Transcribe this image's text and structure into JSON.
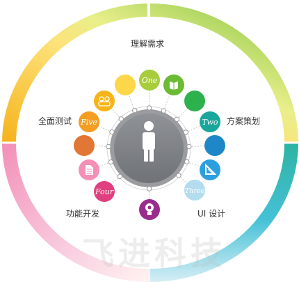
{
  "labels": {
    "top": "理解需求",
    "left": "全面测试",
    "right": "方案策划",
    "bottom_left": "功能开发",
    "bottom_right": "UI 设计"
  },
  "watermark": "飞进科技",
  "circles": [
    {
      "color": "#fdd64a",
      "text": "",
      "icon": "blank"
    },
    {
      "color": "#a7cd3c",
      "text": "One",
      "icon": "none"
    },
    {
      "color": "#6cbb35",
      "text": "",
      "icon": "book-icon"
    },
    {
      "color": "#2db14d",
      "text": "",
      "icon": "blank"
    },
    {
      "color": "#19a79b",
      "text": "Two",
      "icon": "none"
    },
    {
      "color": "#1e87c8",
      "text": "",
      "icon": "blank"
    },
    {
      "color": "#2b9fe0",
      "text": "",
      "icon": "ruler-icon"
    },
    {
      "color": "#b3dcef",
      "text": "Three",
      "icon": "none"
    },
    {
      "color": "#9a2d8c",
      "text": "",
      "icon": "lightbulb-icon"
    },
    {
      "color": "#e0407f",
      "text": "Four",
      "icon": "none"
    },
    {
      "color": "#f58fb5",
      "text": "",
      "icon": "document-icon"
    },
    {
      "color": "#e27634",
      "text": "",
      "icon": "blank"
    },
    {
      "color": "#f39e23",
      "text": "Five",
      "icon": "none"
    },
    {
      "color": "#f7b418",
      "text": "",
      "icon": "team-icon"
    }
  ],
  "center_icon": "person-icon",
  "ring_colors": [
    "#f7b418",
    "#8cc63f",
    "#1fb7b0",
    "#f58fb5"
  ]
}
